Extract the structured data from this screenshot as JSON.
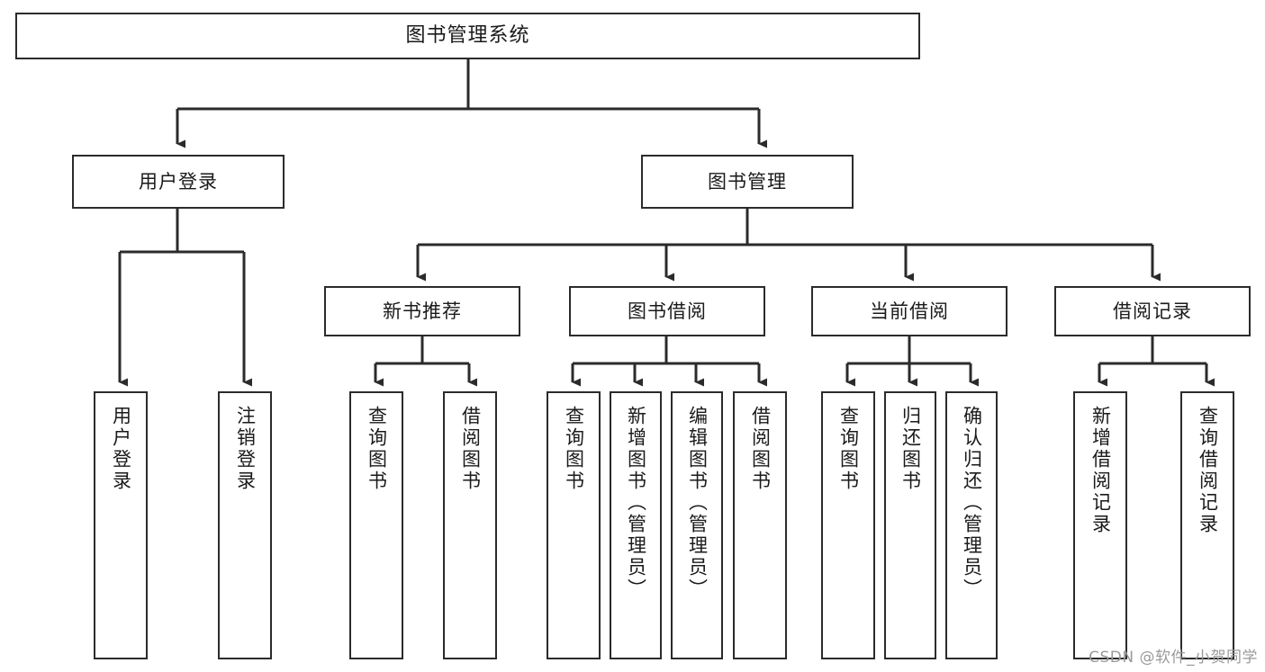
{
  "diagram": {
    "type": "tree",
    "title": "图书管理系统",
    "background_color": "#ffffff",
    "line_color": "#2b2b2b",
    "text_color": "#1a1a1a",
    "nodes": {
      "root": {
        "label": "图书管理系统",
        "orientation": "horizontal"
      },
      "level1": [
        {
          "id": "user-login",
          "label": "用户登录",
          "orientation": "horizontal"
        },
        {
          "id": "book-management",
          "label": "图书管理",
          "orientation": "horizontal"
        }
      ],
      "level2": [
        {
          "id": "new-book-recommend",
          "label": "新书推荐",
          "orientation": "horizontal",
          "parent": "book-management"
        },
        {
          "id": "book-borrow",
          "label": "图书借阅",
          "orientation": "horizontal",
          "parent": "book-management"
        },
        {
          "id": "current-borrow",
          "label": "当前借阅",
          "orientation": "horizontal",
          "parent": "book-management"
        },
        {
          "id": "borrow-record",
          "label": "借阅记录",
          "orientation": "horizontal",
          "parent": "book-management"
        }
      ],
      "leaves": [
        {
          "id": "leaf-user-login",
          "label": "用户登录",
          "orientation": "vertical",
          "parent": "user-login"
        },
        {
          "id": "leaf-logout",
          "label": "注销登录",
          "orientation": "vertical",
          "parent": "user-login"
        },
        {
          "id": "leaf-query-book-1",
          "label": "查询图书",
          "orientation": "vertical",
          "parent": "new-book-recommend"
        },
        {
          "id": "leaf-borrow-book-1",
          "label": "借阅图书",
          "orientation": "vertical",
          "parent": "new-book-recommend"
        },
        {
          "id": "leaf-query-book-2",
          "label": "查询图书",
          "orientation": "vertical",
          "parent": "book-borrow"
        },
        {
          "id": "leaf-add-book",
          "label": "新增图书（管理员）",
          "orientation": "vertical",
          "parent": "book-borrow"
        },
        {
          "id": "leaf-edit-book",
          "label": "编辑图书（管理员）",
          "orientation": "vertical",
          "parent": "book-borrow"
        },
        {
          "id": "leaf-borrow-book-2",
          "label": "借阅图书",
          "orientation": "vertical",
          "parent": "book-borrow"
        },
        {
          "id": "leaf-query-book-3",
          "label": "查询图书",
          "orientation": "vertical",
          "parent": "current-borrow"
        },
        {
          "id": "leaf-return-book",
          "label": "归还图书",
          "orientation": "vertical",
          "parent": "current-borrow"
        },
        {
          "id": "leaf-confirm-return",
          "label": "确认归还（管理员）",
          "orientation": "vertical",
          "parent": "current-borrow"
        },
        {
          "id": "leaf-add-record",
          "label": "新增借阅记录",
          "orientation": "vertical",
          "parent": "borrow-record"
        },
        {
          "id": "leaf-query-record",
          "label": "查询借阅记录",
          "orientation": "vertical",
          "parent": "borrow-record"
        }
      ]
    }
  },
  "watermark": {
    "text": "CSDN @软件_小贺同学"
  }
}
